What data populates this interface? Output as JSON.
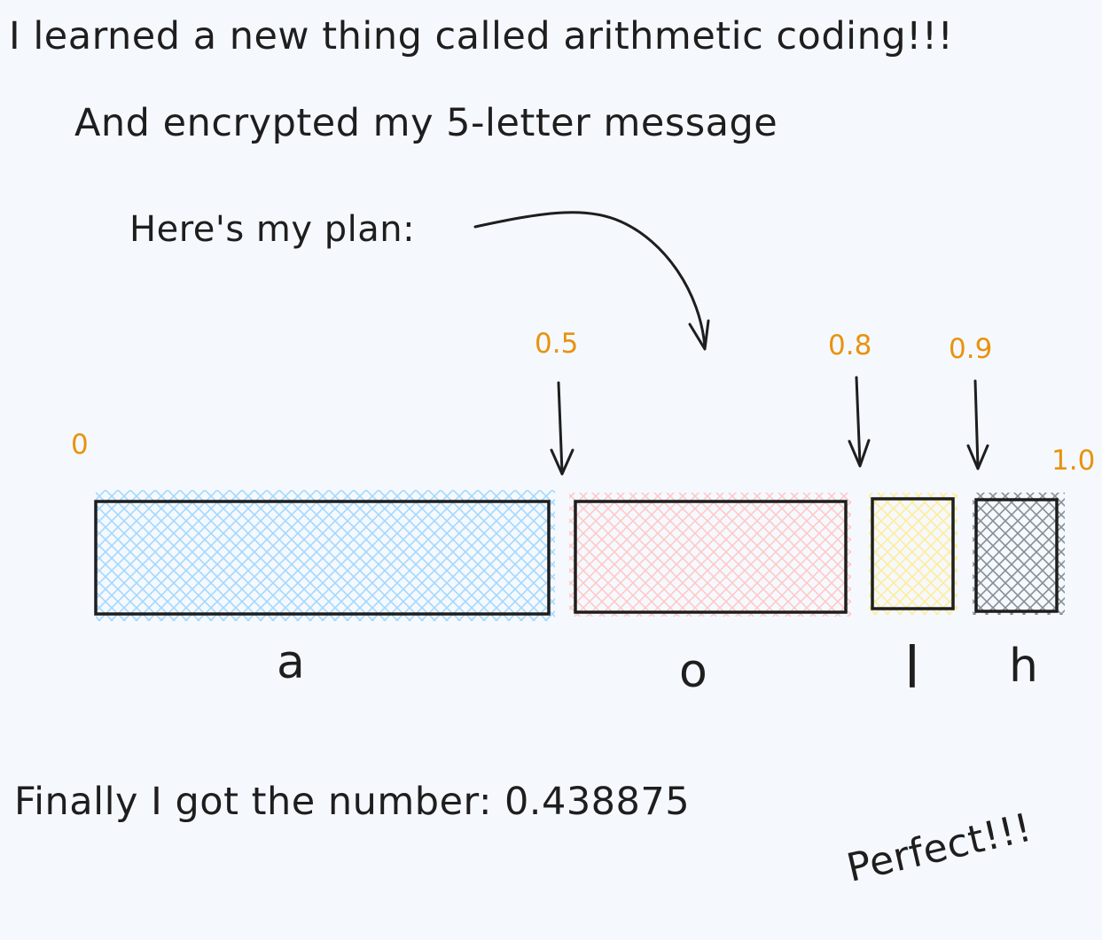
{
  "text": {
    "line1": "I learned a new thing called arithmetic coding!!!",
    "line2": "And encrypted my 5-letter message",
    "plan": "Here's my plan:",
    "final_prefix": "Finally I got the number:",
    "final_number": "0.438875",
    "perfect": "Perfect!!!"
  },
  "ticks": {
    "t0": "0",
    "t05": "0.5",
    "t08": "0.8",
    "t09": "0.9",
    "t10": "1.0"
  },
  "segments": {
    "a": {
      "label": "a",
      "color": "#a5d8ff",
      "range": [
        0,
        0.5
      ]
    },
    "o": {
      "label": "o",
      "color": "#ffc9c9",
      "range": [
        0.5,
        0.8
      ]
    },
    "l": {
      "label": "l",
      "color": "#ffec99",
      "range": [
        0.8,
        0.9
      ]
    },
    "h": {
      "label": "h",
      "color": "#868e96",
      "range": [
        0.9,
        1.0
      ]
    }
  },
  "colors": {
    "background": "#f5f9fd",
    "ink": "#1e1e1e",
    "tick_labels": "#e9920f"
  }
}
